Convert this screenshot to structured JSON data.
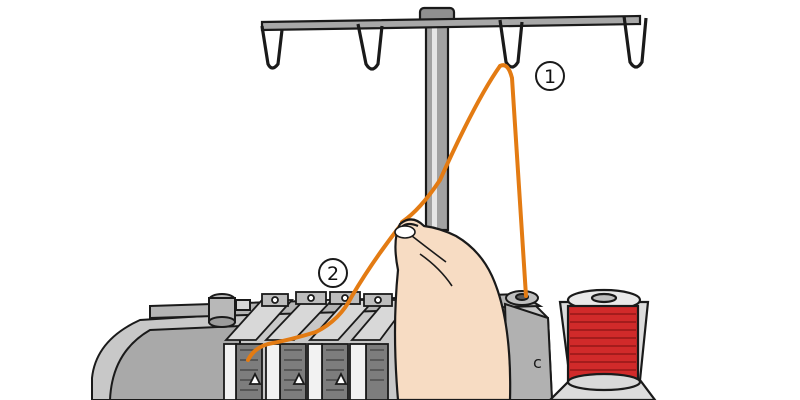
{
  "diagram": {
    "callouts": [
      {
        "id": "1",
        "label": "1"
      },
      {
        "id": "2",
        "label": "2"
      }
    ],
    "colors": {
      "thread": "#e37b13",
      "spool": "#d12a2a",
      "machine_fill": "#c8c8c8",
      "machine_dark": "#8a8a8a",
      "stand": "#9a9a9a",
      "skin": "#f7dcc3",
      "outline": "#1a1a1a"
    },
    "icons": [
      "thread-stand",
      "thread-spool",
      "hand",
      "serger-machine",
      "tension-dials"
    ]
  }
}
